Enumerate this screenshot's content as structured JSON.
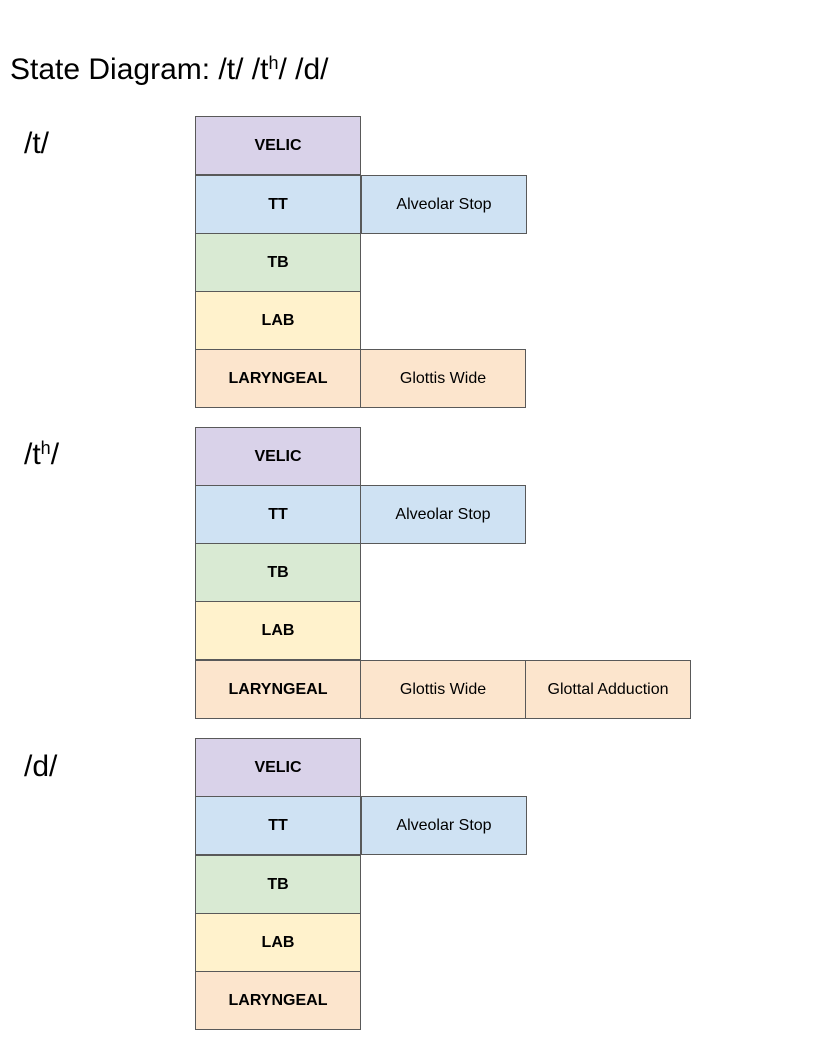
{
  "title": {
    "prefix": "State Diagram: /t/ /t",
    "sup": "h",
    "suffix": "/ /d/"
  },
  "tiers": [
    "VELIC",
    "TT",
    "TB",
    "LAB",
    "LARYNGEAL"
  ],
  "colors": {
    "velic": "#d9d2e9",
    "tt": "#cfe2f3",
    "tb": "#d9ead3",
    "lab": "#fff2cc",
    "laryngeal": "#fce5cd"
  },
  "segments": [
    {
      "label": "/t/",
      "gestures": {
        "tt": [
          "Alveolar Stop"
        ],
        "laryngeal": [
          "Glottis Wide"
        ]
      }
    },
    {
      "label_prefix": "/t",
      "label_sup": "h",
      "label_suffix": "/",
      "gestures": {
        "tt": [
          "Alveolar Stop"
        ],
        "laryngeal": [
          "Glottis Wide",
          "Glottal Adduction"
        ]
      }
    },
    {
      "label": "/d/",
      "gestures": {
        "tt": [
          "Alveolar Stop"
        ],
        "laryngeal": []
      }
    }
  ]
}
